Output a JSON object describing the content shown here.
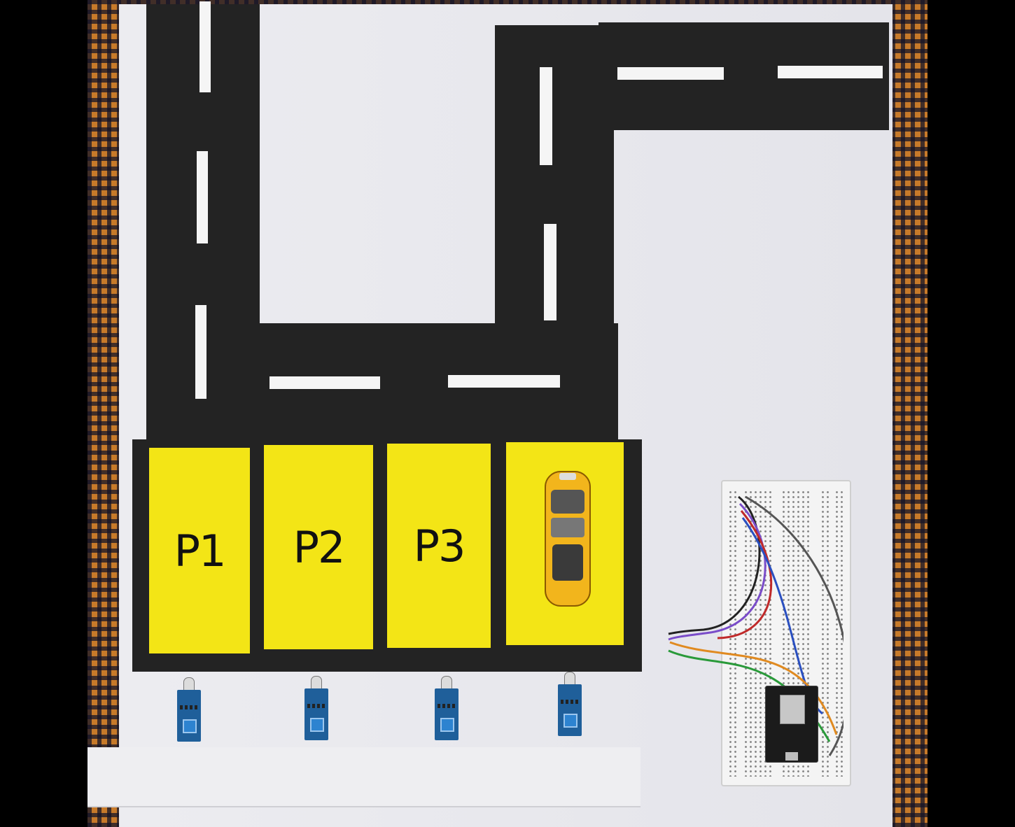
{
  "scene": {
    "slots": [
      {
        "label": "P1",
        "occupied": false
      },
      {
        "label": "P2",
        "occupied": false
      },
      {
        "label": "P3",
        "occupied": false
      },
      {
        "label": "",
        "occupied": true
      }
    ],
    "colors": {
      "road": "#232323",
      "lane_dash": "#f5f5f5",
      "slot": "#f3e516",
      "board": "#e9e9ee",
      "sensor_pcb": "#1f5f9a",
      "car": "#f2b51c"
    },
    "icons": [
      "ir-sensor-icon",
      "car-icon",
      "breadboard-icon",
      "microcontroller-icon"
    ]
  }
}
